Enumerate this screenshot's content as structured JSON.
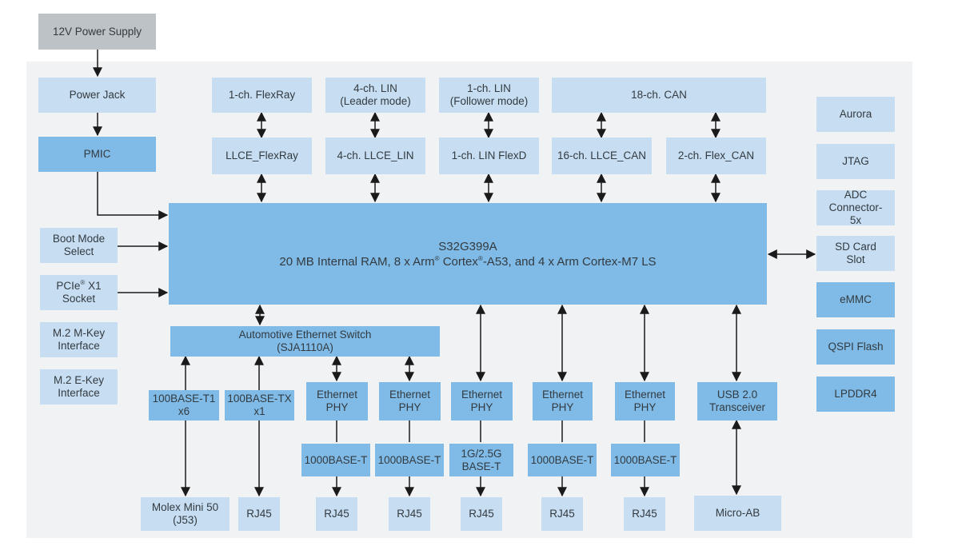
{
  "power_supply": "12V Power Supply",
  "power_jack": "Power Jack",
  "pmic": "PMIC",
  "boot_mode": [
    "Boot Mode",
    "Select"
  ],
  "pcie": {
    "pre": "PCIe",
    "reg": "®",
    "post": " X1",
    "line2": "Socket"
  },
  "m2_m": [
    "M.2 M-Key",
    "Interface"
  ],
  "m2_e": [
    "M.2 E-Key",
    "Interface"
  ],
  "flexray": "1-ch. FlexRay",
  "lin4": [
    "4-ch. LIN",
    "(Leader mode)"
  ],
  "lin1": [
    "1-ch. LIN",
    "(Follower mode)"
  ],
  "can18": "18-ch. CAN",
  "llce_flexray": "LLCE_FlexRay",
  "llce_lin": "4-ch. LLCE_LIN",
  "lin_flexd": "1-ch. LIN FlexD",
  "llce_can": "16-ch. LLCE_CAN",
  "flex_can": "2-ch. Flex_CAN",
  "soc": {
    "name": "S32G399A",
    "desc_a": "20 MB Internal RAM, 8 x Arm",
    "reg": "®",
    "desc_b": " Cortex",
    "desc_c": "-A53, and 4 x Arm Cortex-M7 LS"
  },
  "right_items": [
    "Aurora",
    "JTAG",
    "ADC Connector-5x",
    "SD Card Slot",
    "eMMC",
    "QSPI Flash",
    "LPDDR4"
  ],
  "switch": [
    "Automotive Ethernet Switch",
    "(SJA1110A)"
  ],
  "t1": [
    "100BASE-T1",
    "x6"
  ],
  "tx": [
    "100BASE-TX",
    "x1"
  ],
  "ethernet_phy": [
    "Ethernet",
    "PHY"
  ],
  "base_t_1000": "1000BASE-T",
  "base_t_25": [
    "1G/2.5G",
    "BASE-T"
  ],
  "usb": [
    "USB 2.0",
    "Transceiver"
  ],
  "molex": [
    "Molex Mini 50",
    "(J53)"
  ],
  "rj45": "RJ45",
  "micro_ab": "Micro-AB"
}
